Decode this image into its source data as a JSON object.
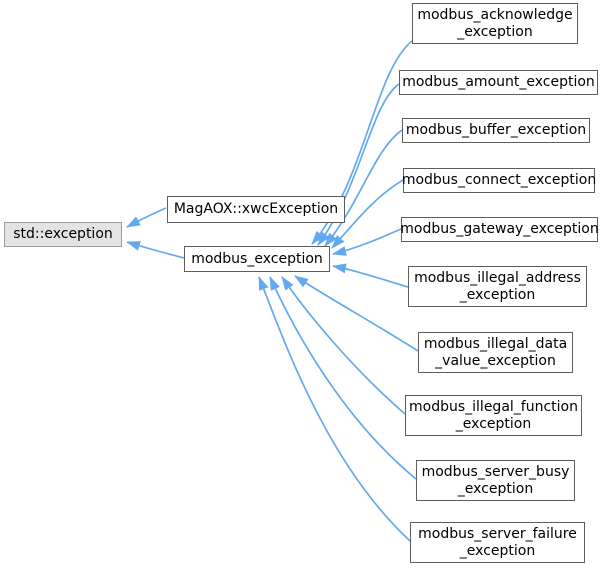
{
  "diagram": {
    "type": "class-inheritance-graph",
    "nodes": [
      {
        "id": "std_exception",
        "label": "std::exception",
        "kind": "external-class"
      },
      {
        "id": "magaox_xwc_exception",
        "label": "MagAOX::xwcException",
        "kind": "class"
      },
      {
        "id": "modbus_exception",
        "label": "modbus_exception",
        "kind": "class"
      },
      {
        "id": "modbus_acknowledge_exception",
        "label": "modbus_acknowledge\n_exception",
        "kind": "class"
      },
      {
        "id": "modbus_amount_exception",
        "label": "modbus_amount_exception",
        "kind": "class"
      },
      {
        "id": "modbus_buffer_exception",
        "label": "modbus_buffer_exception",
        "kind": "class"
      },
      {
        "id": "modbus_connect_exception",
        "label": "modbus_connect_exception",
        "kind": "class"
      },
      {
        "id": "modbus_gateway_exception",
        "label": "modbus_gateway_exception",
        "kind": "class"
      },
      {
        "id": "modbus_illegal_address_exception",
        "label": "modbus_illegal_address\n_exception",
        "kind": "class"
      },
      {
        "id": "modbus_illegal_data_value_exception",
        "label": "modbus_illegal_data\n_value_exception",
        "kind": "class"
      },
      {
        "id": "modbus_illegal_function_exception",
        "label": "modbus_illegal_function\n_exception",
        "kind": "class"
      },
      {
        "id": "modbus_server_busy_exception",
        "label": "modbus_server_busy\n_exception",
        "kind": "class"
      },
      {
        "id": "modbus_server_failure_exception",
        "label": "modbus_server_failure\n_exception",
        "kind": "class"
      }
    ],
    "edges": [
      {
        "from": "MagAOX::xwcException",
        "to": "std::exception",
        "relation": "inherits"
      },
      {
        "from": "modbus_exception",
        "to": "std::exception",
        "relation": "inherits"
      },
      {
        "from": "modbus_acknowledge_exception",
        "to": "modbus_exception",
        "relation": "inherits"
      },
      {
        "from": "modbus_amount_exception",
        "to": "modbus_exception",
        "relation": "inherits"
      },
      {
        "from": "modbus_buffer_exception",
        "to": "modbus_exception",
        "relation": "inherits"
      },
      {
        "from": "modbus_connect_exception",
        "to": "modbus_exception",
        "relation": "inherits"
      },
      {
        "from": "modbus_gateway_exception",
        "to": "modbus_exception",
        "relation": "inherits"
      },
      {
        "from": "modbus_illegal_address_exception",
        "to": "modbus_exception",
        "relation": "inherits"
      },
      {
        "from": "modbus_illegal_data_value_exception",
        "to": "modbus_exception",
        "relation": "inherits"
      },
      {
        "from": "modbus_illegal_function_exception",
        "to": "modbus_exception",
        "relation": "inherits"
      },
      {
        "from": "modbus_server_busy_exception",
        "to": "modbus_exception",
        "relation": "inherits"
      },
      {
        "from": "modbus_server_failure_exception",
        "to": "modbus_exception",
        "relation": "inherits"
      }
    ],
    "colors": {
      "edge": "#63a9ef",
      "node_border": "#5e5e5e",
      "node_fill": "#ffffff",
      "external_fill": "#e3e3e3",
      "external_border": "#9c9c9c",
      "text": "#000000",
      "background": "#ffffff"
    }
  }
}
